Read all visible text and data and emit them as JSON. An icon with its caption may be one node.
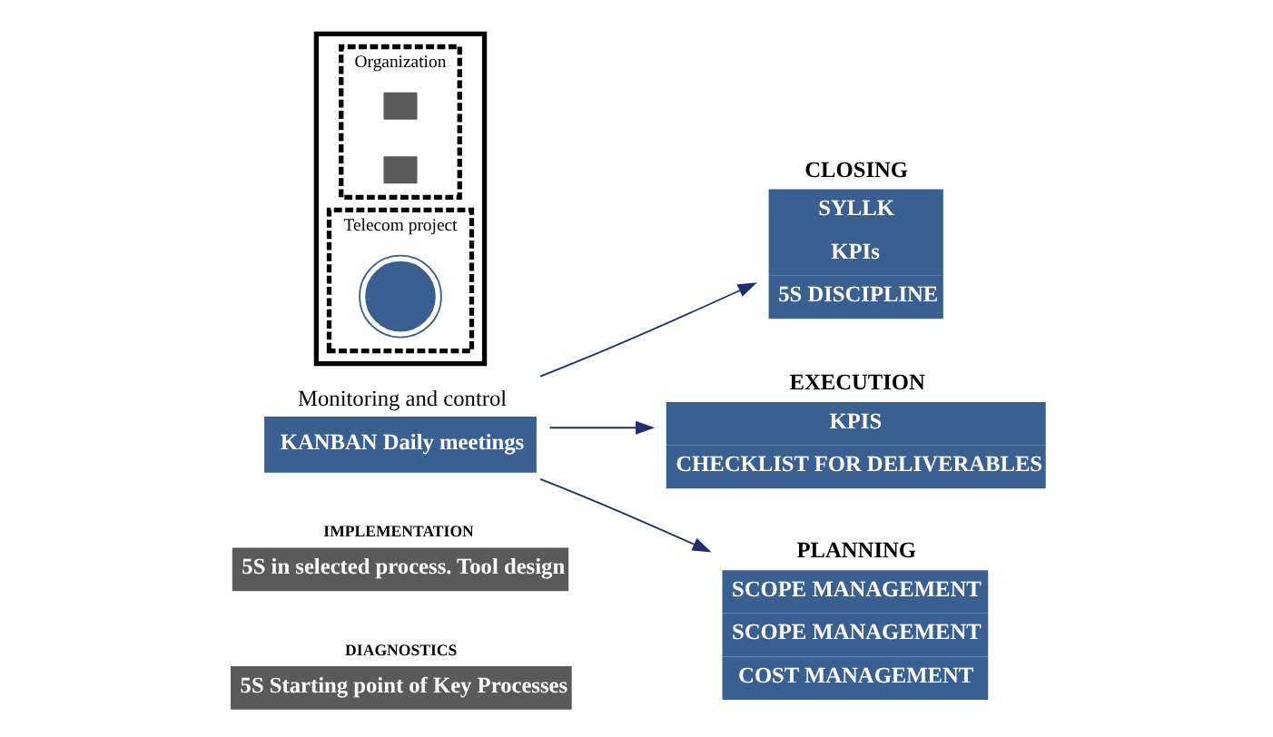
{
  "diagram": {
    "nodes": [
      {
        "text": [
          "DIAGNOSTICS",
          "5S Starting point of Key Processes"
        ]
      },
      {
        "text": [
          "IMPLEMENTATION",
          "5S in selected process. Tool design"
        ]
      },
      {
        "text": [
          "CLOSING",
          "SYLLK",
          "KPIs",
          "5S DISCIPLINE"
        ]
      },
      {
        "text": [
          "EXECUTION",
          "KPIS",
          "CHECKLIST FOR DELIVERABLES"
        ]
      },
      {
        "text": [
          "PLANNING",
          "SCOPE MANAGEMENT",
          "SCOPE MANAGEMENT",
          "COST MANAGEMENT"
        ]
      },
      {
        "text": [
          "KANBAN Daily meetings"
        ],
        "beside": [
          "Monitoring and control"
        ]
      },
      {
        "text": [],
        "shape": "box"
      },
      {
        "text": [
          "Organization"
        ],
        "in": 6
      },
      {
        "text": [
          "Telecom project"
        ],
        "in": 6
      },
      {
        "text": [],
        "shape": "box",
        "in": 7
      },
      {
        "text": [],
        "shape": "box",
        "in": 7
      },
      {
        "text": [],
        "shape": "circle",
        "in": 8
      }
    ],
    "edges": [
      {
        "from": 5,
        "to": 2,
        "arrow": "to"
      },
      {
        "from": 5,
        "to": 3,
        "arrow": "to"
      },
      {
        "from": 5,
        "to": 4,
        "arrow": "to"
      }
    ]
  }
}
